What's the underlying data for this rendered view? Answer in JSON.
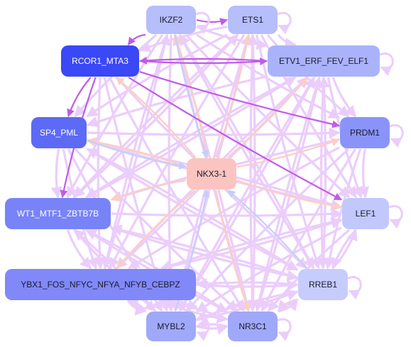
{
  "colors": {
    "edge_light": "#ebcdfb",
    "edge_purple": "#c15be9",
    "edge_peach": "#fbcfc4",
    "edge_blue": "#c4cffa",
    "text_light": "#ffffff",
    "text_dark": "#1a1a2e"
  },
  "nodes": [
    {
      "id": "IKZF2",
      "label": "IKZF2",
      "fill": "#b6befb",
      "text": "dark"
    },
    {
      "id": "ETS1",
      "label": "ETS1",
      "fill": "#b6befb",
      "text": "dark"
    },
    {
      "id": "RCOR1_MTA3",
      "label": "RCOR1_MTA3",
      "fill": "#3a48f5",
      "text": "light"
    },
    {
      "id": "ETV1_ERF_FEV_ELF1",
      "label": "ETV1_ERF_FEV_ELF1",
      "fill": "#aab3fa",
      "text": "dark"
    },
    {
      "id": "SP4_PML",
      "label": "SP4_PML",
      "fill": "#5d6af5",
      "text": "light"
    },
    {
      "id": "PRDM1",
      "label": "PRDM1",
      "fill": "#8a94f8",
      "text": "dark"
    },
    {
      "id": "NKX3-1",
      "label": "NKX3-1",
      "fill": "#fbc4c0",
      "text": "dark"
    },
    {
      "id": "WT1_MTF1_ZBTB7B",
      "label": "WT1_MTF1_ZBTB7B",
      "fill": "#7883f7",
      "text": "light"
    },
    {
      "id": "LEF1",
      "label": "LEF1",
      "fill": "#c2c8fb",
      "text": "dark"
    },
    {
      "id": "YBX1_FOS_NFYC_NFYA_NFYB_CEBPZ",
      "label": "YBX1_FOS_NFYC_NFYA_NFYB_CEBPZ",
      "fill": "#8089f7",
      "text": "dark"
    },
    {
      "id": "RREB1",
      "label": "RREB1",
      "fill": "#c6ccfb",
      "text": "dark"
    },
    {
      "id": "MYBL2",
      "label": "MYBL2",
      "fill": "#a0a9f9",
      "text": "dark"
    },
    {
      "id": "NR3C1",
      "label": "NR3C1",
      "fill": "#a0a9f9",
      "text": "dark"
    }
  ],
  "edges": [
    {
      "from": "NKX3-1",
      "to": "IKZF2",
      "kind": "peach"
    },
    {
      "from": "NKX3-1",
      "to": "ETS1",
      "kind": "peach"
    },
    {
      "from": "NKX3-1",
      "to": "ETV1_ERF_FEV_ELF1",
      "kind": "peach"
    },
    {
      "from": "NKX3-1",
      "to": "PRDM1",
      "kind": "peach"
    },
    {
      "from": "NKX3-1",
      "to": "LEF1",
      "kind": "peach"
    },
    {
      "from": "NKX3-1",
      "to": "RCOR1_MTA3",
      "kind": "peach"
    },
    {
      "from": "NKX3-1",
      "to": "SP4_PML",
      "kind": "peach"
    },
    {
      "from": "NKX3-1",
      "to": "WT1_MTF1_ZBTB7B",
      "kind": "peach"
    },
    {
      "from": "NKX3-1",
      "to": "YBX1_FOS_NFYC_NFYA_NFYB_CEBPZ",
      "kind": "peach"
    },
    {
      "from": "NKX3-1",
      "to": "NR3C1",
      "kind": "peach"
    },
    {
      "from": "RREB1",
      "to": "NKX3-1",
      "kind": "blue"
    },
    {
      "from": "MYBL2",
      "to": "NKX3-1",
      "kind": "blue"
    },
    {
      "from": "IKZF2",
      "to": "NKX3-1",
      "kind": "blue"
    },
    {
      "from": "SP4_PML",
      "to": "NKX3-1",
      "kind": "blue"
    },
    {
      "from": "RCOR1_MTA3",
      "to": "ETV1_ERF_FEV_ELF1",
      "kind": "purple"
    },
    {
      "from": "RCOR1_MTA3",
      "to": "SP4_PML",
      "kind": "purple"
    },
    {
      "from": "RCOR1_MTA3",
      "to": "LEF1",
      "kind": "purple"
    },
    {
      "from": "RCOR1_MTA3",
      "to": "PRDM1",
      "kind": "purple"
    },
    {
      "from": "RCOR1_MTA3",
      "to": "WT1_MTF1_ZBTB7B",
      "kind": "purple"
    },
    {
      "from": "IKZF2",
      "to": "ETS1",
      "kind": "purple"
    },
    {
      "from": "IKZF2",
      "to": "RCOR1_MTA3",
      "kind": "purple"
    },
    {
      "from": "ETV1_ERF_FEV_ELF1",
      "to": "RCOR1_MTA3",
      "kind": "purple"
    },
    {
      "from": "RCOR1_MTA3",
      "to": "RREB1",
      "kind": "light"
    },
    {
      "from": "RCOR1_MTA3",
      "to": "MYBL2",
      "kind": "light"
    },
    {
      "from": "RCOR1_MTA3",
      "to": "NR3C1",
      "kind": "light"
    },
    {
      "from": "RCOR1_MTA3",
      "to": "YBX1_FOS_NFYC_NFYA_NFYB_CEBPZ",
      "kind": "light"
    },
    {
      "from": "IKZF2",
      "to": "MYBL2",
      "kind": "light"
    },
    {
      "from": "IKZF2",
      "to": "NR3C1",
      "kind": "light"
    },
    {
      "from": "IKZF2",
      "to": "RREB1",
      "kind": "light"
    },
    {
      "from": "IKZF2",
      "to": "LEF1",
      "kind": "light"
    },
    {
      "from": "IKZF2",
      "to": "PRDM1",
      "kind": "light"
    },
    {
      "from": "IKZF2",
      "to": "WT1_MTF1_ZBTB7B",
      "kind": "light"
    },
    {
      "from": "IKZF2",
      "to": "YBX1_FOS_NFYC_NFYA_NFYB_CEBPZ",
      "kind": "light"
    },
    {
      "from": "IKZF2",
      "to": "SP4_PML",
      "kind": "light"
    },
    {
      "from": "IKZF2",
      "to": "ETV1_ERF_FEV_ELF1",
      "kind": "light"
    },
    {
      "from": "ETS1",
      "to": "MYBL2",
      "kind": "light"
    },
    {
      "from": "ETS1",
      "to": "NR3C1",
      "kind": "light"
    },
    {
      "from": "ETS1",
      "to": "YBX1_FOS_NFYC_NFYA_NFYB_CEBPZ",
      "kind": "light"
    },
    {
      "from": "ETS1",
      "to": "WT1_MTF1_ZBTB7B",
      "kind": "light"
    },
    {
      "from": "ETS1",
      "to": "SP4_PML",
      "kind": "light"
    },
    {
      "from": "ETS1",
      "to": "RREB1",
      "kind": "light"
    },
    {
      "from": "ETS1",
      "to": "LEF1",
      "kind": "light"
    },
    {
      "from": "ETS1",
      "to": "PRDM1",
      "kind": "light"
    },
    {
      "from": "ETS1",
      "to": "ETV1_ERF_FEV_ELF1",
      "kind": "light"
    },
    {
      "from": "ETS1",
      "to": "RCOR1_MTA3",
      "kind": "light"
    },
    {
      "from": "ETV1_ERF_FEV_ELF1",
      "to": "MYBL2",
      "kind": "light"
    },
    {
      "from": "ETV1_ERF_FEV_ELF1",
      "to": "NR3C1",
      "kind": "light"
    },
    {
      "from": "ETV1_ERF_FEV_ELF1",
      "to": "YBX1_FOS_NFYC_NFYA_NFYB_CEBPZ",
      "kind": "light"
    },
    {
      "from": "ETV1_ERF_FEV_ELF1",
      "to": "WT1_MTF1_ZBTB7B",
      "kind": "light"
    },
    {
      "from": "ETV1_ERF_FEV_ELF1",
      "to": "SP4_PML",
      "kind": "light"
    },
    {
      "from": "ETV1_ERF_FEV_ELF1",
      "to": "RREB1",
      "kind": "light"
    },
    {
      "from": "ETV1_ERF_FEV_ELF1",
      "to": "LEF1",
      "kind": "light"
    },
    {
      "from": "ETV1_ERF_FEV_ELF1",
      "to": "PRDM1",
      "kind": "light"
    },
    {
      "from": "SP4_PML",
      "to": "LEF1",
      "kind": "light"
    },
    {
      "from": "SP4_PML",
      "to": "RREB1",
      "kind": "light"
    },
    {
      "from": "SP4_PML",
      "to": "NR3C1",
      "kind": "light"
    },
    {
      "from": "SP4_PML",
      "to": "MYBL2",
      "kind": "light"
    },
    {
      "from": "SP4_PML",
      "to": "WT1_MTF1_ZBTB7B",
      "kind": "light"
    },
    {
      "from": "SP4_PML",
      "to": "PRDM1",
      "kind": "light"
    },
    {
      "from": "SP4_PML",
      "to": "YBX1_FOS_NFYC_NFYA_NFYB_CEBPZ",
      "kind": "light"
    },
    {
      "from": "PRDM1",
      "to": "WT1_MTF1_ZBTB7B",
      "kind": "light"
    },
    {
      "from": "PRDM1",
      "to": "YBX1_FOS_NFYC_NFYA_NFYB_CEBPZ",
      "kind": "light"
    },
    {
      "from": "PRDM1",
      "to": "MYBL2",
      "kind": "light"
    },
    {
      "from": "PRDM1",
      "to": "NR3C1",
      "kind": "light"
    },
    {
      "from": "PRDM1",
      "to": "RREB1",
      "kind": "light"
    },
    {
      "from": "PRDM1",
      "to": "LEF1",
      "kind": "light"
    },
    {
      "from": "WT1_MTF1_ZBTB7B",
      "to": "LEF1",
      "kind": "light"
    },
    {
      "from": "WT1_MTF1_ZBTB7B",
      "to": "RREB1",
      "kind": "light"
    },
    {
      "from": "WT1_MTF1_ZBTB7B",
      "to": "NR3C1",
      "kind": "light"
    },
    {
      "from": "WT1_MTF1_ZBTB7B",
      "to": "MYBL2",
      "kind": "light"
    },
    {
      "from": "WT1_MTF1_ZBTB7B",
      "to": "YBX1_FOS_NFYC_NFYA_NFYB_CEBPZ",
      "kind": "light"
    },
    {
      "from": "WT1_MTF1_ZBTB7B",
      "to": "ETV1_ERF_FEV_ELF1",
      "kind": "light"
    },
    {
      "from": "WT1_MTF1_ZBTB7B",
      "to": "ETS1",
      "kind": "light"
    },
    {
      "from": "LEF1",
      "to": "YBX1_FOS_NFYC_NFYA_NFYB_CEBPZ",
      "kind": "light"
    },
    {
      "from": "LEF1",
      "to": "MYBL2",
      "kind": "light"
    },
    {
      "from": "LEF1",
      "to": "NR3C1",
      "kind": "light"
    },
    {
      "from": "LEF1",
      "to": "RREB1",
      "kind": "light"
    },
    {
      "from": "LEF1",
      "to": "SP4_PML",
      "kind": "light"
    },
    {
      "from": "YBX1_FOS_NFYC_NFYA_NFYB_CEBPZ",
      "to": "RREB1",
      "kind": "light"
    },
    {
      "from": "YBX1_FOS_NFYC_NFYA_NFYB_CEBPZ",
      "to": "MYBL2",
      "kind": "light"
    },
    {
      "from": "YBX1_FOS_NFYC_NFYA_NFYB_CEBPZ",
      "to": "NR3C1",
      "kind": "light"
    },
    {
      "from": "YBX1_FOS_NFYC_NFYA_NFYB_CEBPZ",
      "to": "LEF1",
      "kind": "light"
    },
    {
      "from": "YBX1_FOS_NFYC_NFYA_NFYB_CEBPZ",
      "to": "ETV1_ERF_FEV_ELF1",
      "kind": "light"
    },
    {
      "from": "YBX1_FOS_NFYC_NFYA_NFYB_CEBPZ",
      "to": "IKZF2",
      "kind": "light"
    },
    {
      "from": "RREB1",
      "to": "NR3C1",
      "kind": "light"
    },
    {
      "from": "RREB1",
      "to": "MYBL2",
      "kind": "light"
    },
    {
      "from": "RREB1",
      "to": "YBX1_FOS_NFYC_NFYA_NFYB_CEBPZ",
      "kind": "light"
    },
    {
      "from": "RREB1",
      "to": "WT1_MTF1_ZBTB7B",
      "kind": "light"
    },
    {
      "from": "RREB1",
      "to": "SP4_PML",
      "kind": "light"
    },
    {
      "from": "RREB1",
      "to": "ETV1_ERF_FEV_ELF1",
      "kind": "light"
    },
    {
      "from": "RREB1",
      "to": "IKZF2",
      "kind": "light"
    },
    {
      "from": "RREB1",
      "to": "LEF1",
      "kind": "light"
    },
    {
      "from": "MYBL2",
      "to": "NR3C1",
      "kind": "light"
    },
    {
      "from": "MYBL2",
      "to": "YBX1_FOS_NFYC_NFYA_NFYB_CEBPZ",
      "kind": "light"
    },
    {
      "from": "MYBL2",
      "to": "WT1_MTF1_ZBTB7B",
      "kind": "light"
    },
    {
      "from": "MYBL2",
      "to": "ETV1_ERF_FEV_ELF1",
      "kind": "light"
    },
    {
      "from": "MYBL2",
      "to": "ETS1",
      "kind": "light"
    },
    {
      "from": "MYBL2",
      "to": "RREB1",
      "kind": "light"
    },
    {
      "from": "NR3C1",
      "to": "MYBL2",
      "kind": "light"
    },
    {
      "from": "NR3C1",
      "to": "RREB1",
      "kind": "light"
    },
    {
      "from": "NR3C1",
      "to": "YBX1_FOS_NFYC_NFYA_NFYB_CEBPZ",
      "kind": "light"
    },
    {
      "from": "NR3C1",
      "to": "ETV1_ERF_FEV_ELF1",
      "kind": "light"
    },
    {
      "from": "NR3C1",
      "to": "ETS1",
      "kind": "light"
    },
    {
      "from": "NR3C1",
      "to": "IKZF2",
      "kind": "light"
    },
    {
      "from": "NR3C1",
      "to": "WT1_MTF1_ZBTB7B",
      "kind": "light"
    }
  ],
  "self_loops": [
    "IKZF2",
    "ETS1",
    "ETV1_ERF_FEV_ELF1",
    "PRDM1",
    "LEF1",
    "RREB1",
    "NR3C1",
    "MYBL2"
  ]
}
